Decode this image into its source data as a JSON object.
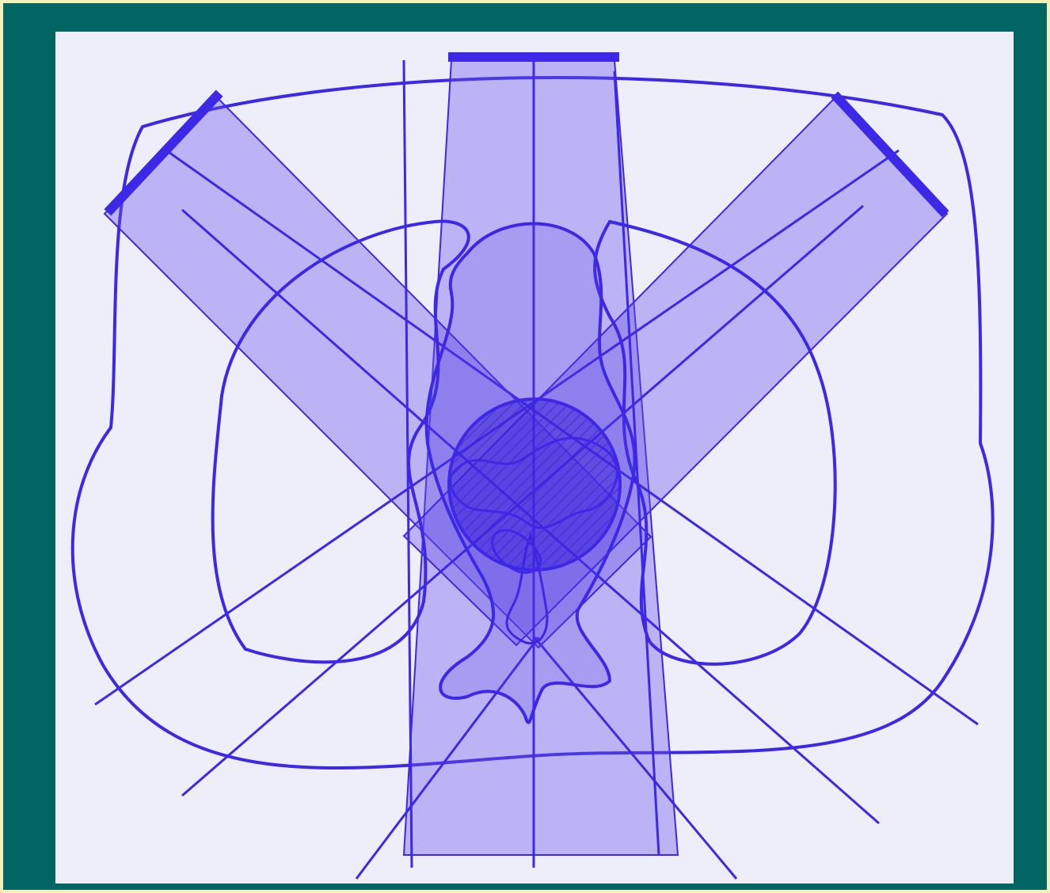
{
  "slide": {
    "background_color": "#006563",
    "frame_color": "#f2efb8"
  },
  "figure": {
    "paper_color": "#eeeefb",
    "ink_color": "#3c28e6",
    "beam_fill_color": "#6a55e8",
    "target_color": "#3a22d8",
    "beams": [
      "anterior-beam",
      "right-oblique-beam",
      "left-oblique-beam"
    ],
    "text_labels": []
  }
}
